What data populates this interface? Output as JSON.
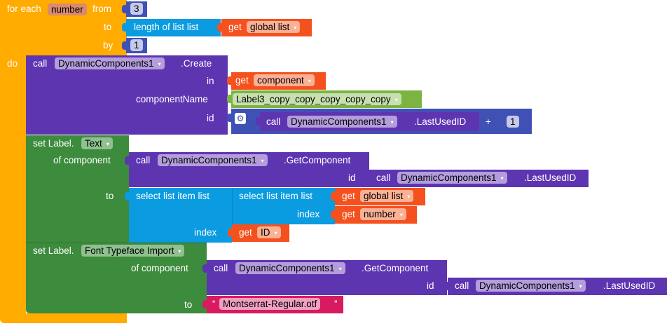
{
  "foreach": {
    "label_for_each": "for each",
    "variable": "number",
    "label_from": "from",
    "from_value": "3",
    "label_to": "to",
    "label_by": "by",
    "by_value": "1",
    "label_do": "do",
    "length_of_list": "length of list  list",
    "get_label": "get",
    "global_list": "global list"
  },
  "create": {
    "call": "call",
    "component": "DynamicComponents1",
    "method": ".Create",
    "label_in": "in",
    "get_label": "get",
    "in_var": "component",
    "label_componentName": "componentName",
    "componentName_value": "Label3_copy_copy_copy_copy_copy",
    "label_id": "id",
    "call2": "call",
    "component2": "DynamicComponents1",
    "method2": ".LastUsedID",
    "plus": "+",
    "plus_value": "1"
  },
  "set_text": {
    "set_label": "set Label.",
    "property": "Text",
    "of_component": "of component",
    "call": "call",
    "component": "DynamicComponents1",
    "method": ".GetComponent",
    "label_id": "id",
    "call2": "call",
    "component2": "DynamicComponents1",
    "method2": ".LastUsedID",
    "label_to": "to",
    "select_outer": "select list item  list",
    "select_inner": "select list item  list",
    "get_label": "get",
    "global_list": "global list",
    "label_index": "index",
    "index_var": "number",
    "index_outer": "index",
    "id_var": "ID"
  },
  "set_font": {
    "set_label": "set Label.",
    "property": "Font Typeface Import",
    "of_component": "of component",
    "call": "call",
    "component": "DynamicComponents1",
    "method": ".GetComponent",
    "label_id": "id",
    "call2": "call",
    "component2": "DynamicComponents1",
    "method2": ".LastUsedID",
    "label_to": "to",
    "quote_open": "“",
    "font_file": "Montserrat-Regular.otf",
    "quote_close": "”"
  },
  "dropdown_glyph": "▾"
}
